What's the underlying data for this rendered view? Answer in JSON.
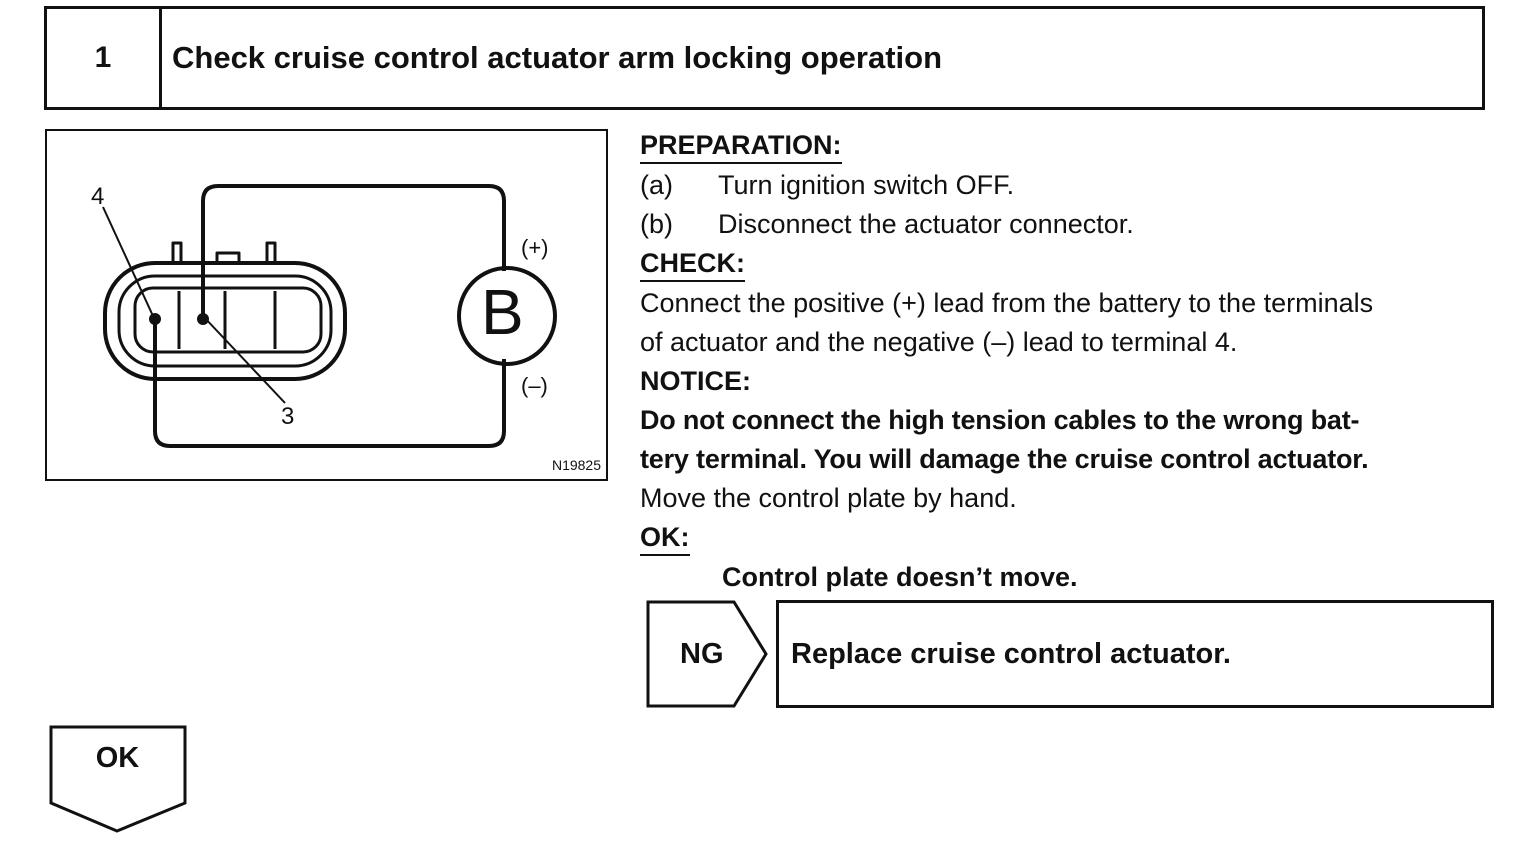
{
  "header": {
    "step_number": "1",
    "title": "Check cruise control actuator arm locking operation"
  },
  "figure": {
    "terminal_4": "4",
    "terminal_3": "3",
    "battery_label": "B",
    "positive": "(+)",
    "negative": "(–)",
    "code": "N19825"
  },
  "preparation": {
    "heading": "PREPARATION:",
    "steps": [
      {
        "label": "(a)",
        "text": "Turn ignition switch OFF."
      },
      {
        "label": "(b)",
        "text": "Disconnect the actuator connector."
      }
    ]
  },
  "check": {
    "heading": "CHECK:",
    "line1": "Connect the positive (+) lead from the battery to the terminals",
    "line2": "of actuator and the negative (–) lead to terminal 4."
  },
  "notice": {
    "heading": "NOTICE:",
    "line1": "Do not connect the high tension cables to the wrong bat-",
    "line2": "tery terminal. You will damage the cruise control actuator.",
    "after": "Move the control plate by hand."
  },
  "ok": {
    "heading": "OK:",
    "condition": "Control plate doesn’t move."
  },
  "ng": {
    "label": "NG",
    "action": "Replace cruise control actuator."
  },
  "ok_flow": {
    "label": "OK"
  }
}
